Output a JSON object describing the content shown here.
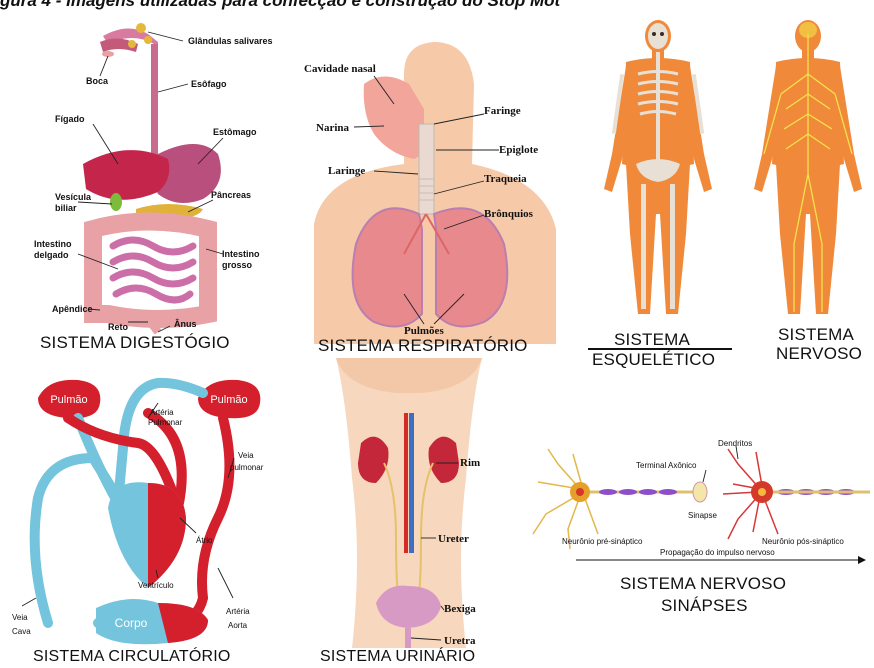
{
  "figure_title": "gura 4 - Imagens utilizadas para confecção e construção do Stop Mot",
  "digestivo": {
    "caption": "SISTEMA DIGESTÓGIO",
    "labels": {
      "glandulas": "Glândulas salivares",
      "boca": "Boca",
      "esofago": "Esôfago",
      "figado": "Fígado",
      "estomago": "Estômago",
      "vesicula1": "Vesícula",
      "vesicula2": "biliar",
      "pancreas": "Pâncreas",
      "int_delgado1": "Intestino",
      "int_delgado2": "delgado",
      "int_grosso1": "Intestino",
      "int_grosso2": "grosso",
      "apendice": "Apêndice",
      "reto": "Reto",
      "anus": "Ânus"
    }
  },
  "respiratorio": {
    "caption": "SISTEMA RESPIRATÓRIO",
    "labels": {
      "cavidade": "Cavidade nasal",
      "narina": "Narina",
      "faringe": "Faringe",
      "epiglote": "Epiglote",
      "laringe": "Laringe",
      "traqueia": "Traqueia",
      "bronquios": "Brônquios",
      "pulmoes": "Pulmões"
    }
  },
  "esqueletico": {
    "caption1": "SISTEMA",
    "caption2": "ESQUELÉTICO"
  },
  "nervoso": {
    "caption1": "SISTEMA",
    "caption2": "NERVOSO"
  },
  "circulatorio": {
    "caption": "SISTEMA CIRCULATÓRIO",
    "labels": {
      "pulmao_l": "Pulmão",
      "pulmao_r": "Pulmão",
      "arteria_pulm1": "Artéria",
      "arteria_pulm2": "Pulmonar",
      "veia_pulm1": "Veia",
      "veia_pulm2": "pulmonar",
      "atrio": "Átrio",
      "ventriculo": "Ventrículo",
      "corpo": "Corpo",
      "veia_cava1": "Veia",
      "veia_cava2": "Cava",
      "arteria_aorta1": "Artéria",
      "arteria_aorta2": "Aorta"
    }
  },
  "urinario": {
    "caption": "SISTEMA URINÁRIO",
    "labels": {
      "rim": "Rim",
      "ureter": "Ureter",
      "bexiga": "Bexiga",
      "uretra": "Uretra"
    }
  },
  "sinapses": {
    "caption1": "SISTEMA NERVOSO",
    "caption2": "SINÁPSES",
    "labels": {
      "dendritos": "Dendritos",
      "terminal": "Terminal Axônico",
      "sinapse": "Sinapse",
      "pre": "Neurônio pré-sináptico",
      "pos": "Neurônio pós-sináptico",
      "propagacao": "Propagação do impulso nervoso"
    }
  }
}
